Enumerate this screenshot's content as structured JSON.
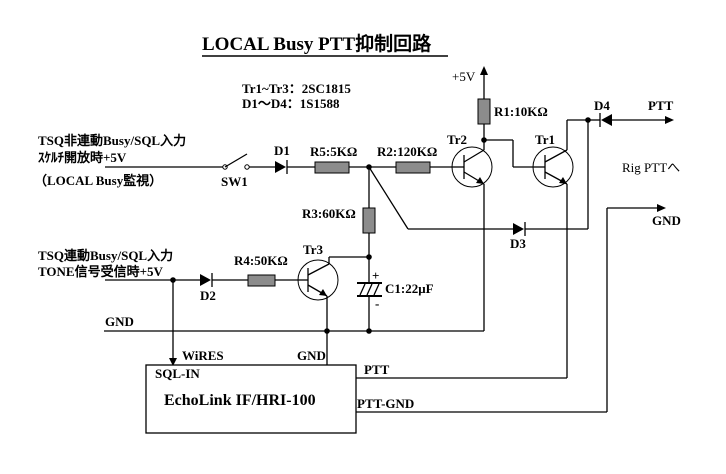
{
  "title": "LOCAL Busy PTT抑制回路",
  "notes": {
    "transistors": "Tr1~Tr3：2SC1815",
    "diodes": "D1～D4：1S1588"
  },
  "inputs": {
    "tsq_off": {
      "line1": "TSQ非連動Busy/SQL入力",
      "line2": "ｽｹﾙﾁ開放時+5V",
      "line3": "（LOCAL Busy監視）"
    },
    "tsq_on": {
      "line1": "TSQ連動Busy/SQL入力",
      "line2": "TONE信号受信時+5V"
    }
  },
  "components": {
    "sw1": "SW1",
    "d1": "D1",
    "d2": "D2",
    "d3": "D3",
    "d4": "D4",
    "r1": "R1:10KΩ",
    "r2": "R2:120KΩ",
    "r3": "R3:60KΩ",
    "r4": "R4:50KΩ",
    "r5": "R5:5KΩ",
    "c1": "C1:22μF",
    "c1_plus": "+",
    "c1_minus": "-",
    "tr1": "Tr1",
    "tr2": "Tr2",
    "tr3": "Tr3"
  },
  "supply": {
    "vcc": "+5V",
    "gnd": "GND"
  },
  "outputs": {
    "ptt": "PTT",
    "gnd": "GND",
    "rig": "Rig  PTTへ"
  },
  "interface_box": {
    "name": "EchoLink IF/HRI-100",
    "sql_in": "SQL-IN",
    "wires": "WiRES",
    "gnd": "GND",
    "ptt": "PTT",
    "ptt_gnd": "PTT-GND"
  }
}
